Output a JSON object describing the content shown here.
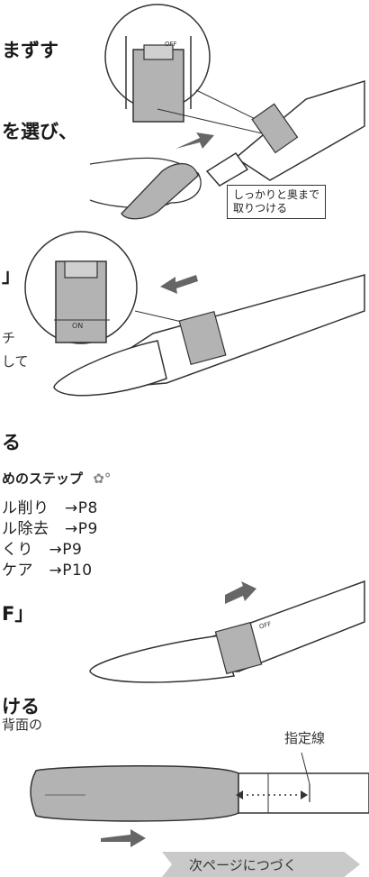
{
  "text": {
    "line1": "まずす",
    "line2": "を選び、",
    "line3": "」",
    "line4a": "チ",
    "line4b": "して",
    "line5": "る",
    "steps_title": "めのステップ",
    "steps": [
      "ル削り　→P8",
      "ル除去　→P9",
      "くり　→P9",
      "ケア　→P10"
    ],
    "line6": "F」",
    "line7": "ける",
    "line8": "背面の"
  },
  "labels": {
    "off_top": "OFF",
    "on_mid": "ON",
    "off_side": "OFF",
    "callout": [
      "しっかりと奥まで",
      "取りつける"
    ],
    "guide_line": "指定線",
    "next_page": "次ページにつづく"
  }
}
